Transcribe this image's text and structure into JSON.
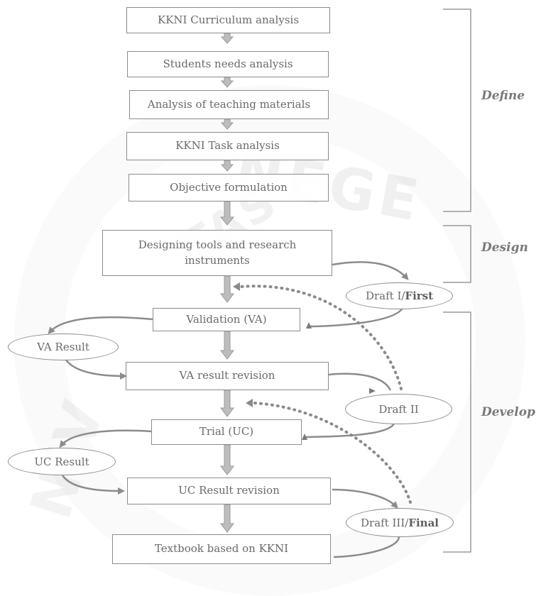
{
  "boxes": {
    "curriculum": "KKNI Curriculum analysis",
    "needs": "Students needs analysis",
    "materials": "Analysis of teaching materials",
    "task": "KKNI Task analysis",
    "objective": "Objective formulation",
    "designing": "Designing tools and research instruments",
    "validation": "Validation (VA)",
    "va_revision": "VA result revision",
    "trial": "Trial (UC)",
    "uc_revision": "UC Result revision",
    "textbook": "Textbook based on KKNI"
  },
  "ovals": {
    "draft1_prefix": "Draft I/",
    "draft1_bold": "First",
    "va_result": "VA Result",
    "draft2": "Draft II",
    "uc_result": "UC Result",
    "draft3_prefix": "Draft III/",
    "draft3_bold": "Final"
  },
  "phases": {
    "define": "Define",
    "design": "Design",
    "develop": "Develop"
  },
  "watermark": {
    "text1": "NEGE",
    "text2": "TAS",
    "text3": "NIV"
  },
  "colors": {
    "line": "#8c8c8c",
    "arrow": "#9a9a9a",
    "text": "#6a6a6a",
    "dotted": "#8a8a8a"
  }
}
